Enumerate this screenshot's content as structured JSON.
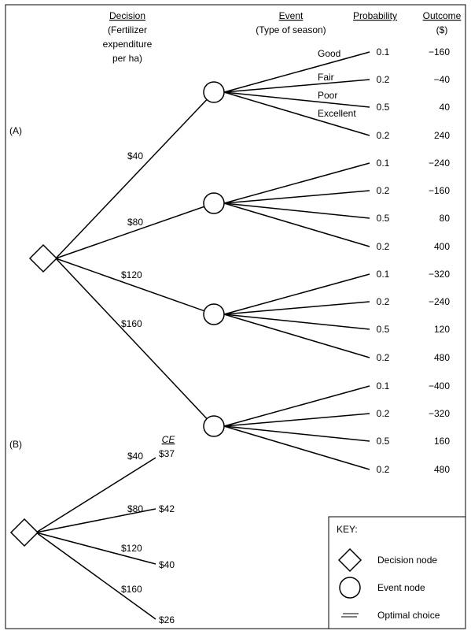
{
  "headers": {
    "decision": "Decision",
    "decision_sub1": "(Fertilizer",
    "decision_sub2": "expenditure",
    "decision_sub3": "per ha)",
    "event": "Event",
    "event_sub": "(Type of season)",
    "probability": "Probability",
    "outcome": "Outcome",
    "outcome_unit": "($)"
  },
  "panel_a_label": "(A)",
  "panel_b_label": "(B)",
  "season_labels": [
    "Good",
    "Fair",
    "Poor",
    "Excellent"
  ],
  "options": [
    {
      "label": "$40",
      "branches": [
        {
          "p": "0.1",
          "o": "−160"
        },
        {
          "p": "0.2",
          "o": "−40"
        },
        {
          "p": "0.5",
          "o": "40"
        },
        {
          "p": "0.2",
          "o": "240"
        }
      ]
    },
    {
      "label": "$80",
      "branches": [
        {
          "p": "0.1",
          "o": "−240"
        },
        {
          "p": "0.2",
          "o": "−160"
        },
        {
          "p": "0.5",
          "o": "80"
        },
        {
          "p": "0.2",
          "o": "400"
        }
      ]
    },
    {
      "label": "$120",
      "branches": [
        {
          "p": "0.1",
          "o": "−320"
        },
        {
          "p": "0.2",
          "o": "−240"
        },
        {
          "p": "0.5",
          "o": "120"
        },
        {
          "p": "0.2",
          "o": "480"
        }
      ]
    },
    {
      "label": "$160",
      "branches": [
        {
          "p": "0.1",
          "o": "−400"
        },
        {
          "p": "0.2",
          "o": "−320"
        },
        {
          "p": "0.5",
          "o": "160"
        },
        {
          "p": "0.2",
          "o": "480"
        }
      ]
    }
  ],
  "ce_header": "CE",
  "ce": [
    {
      "label": "$40",
      "value": "$37"
    },
    {
      "label": "$80",
      "value": "$42"
    },
    {
      "label": "$120",
      "value": "$40"
    },
    {
      "label": "$160",
      "value": "$26"
    }
  ],
  "key": {
    "title": "KEY:",
    "decision_node": "Decision node",
    "event_node": "Event node",
    "optimal_choice": "Optimal choice"
  }
}
